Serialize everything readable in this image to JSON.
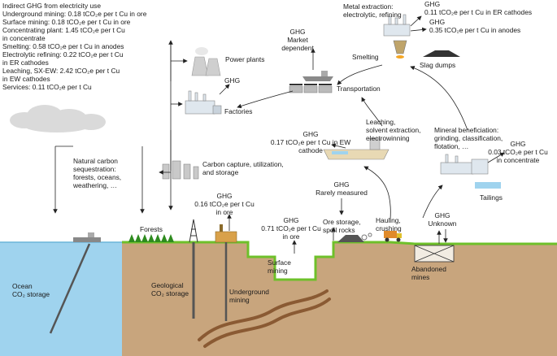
{
  "indirect_ghg": {
    "title": "Indirect GHG from electricity use",
    "items": [
      "Underground mining: 0.18 tCO₂e per t Cu in ore",
      "Surface mining: 0.18 tCO₂e per t Cu in ore",
      "Concentrating plant: 1.45 tCO₂e per t Cu",
      "in concentrate",
      "Smelting: 0.58 tCO₂e per t Cu in anodes",
      "Electrolytic refining: 0.22 tCO₂e per t Cu",
      "in ER cathodes",
      "Leaching, SX-EW: 2.42 tCO₂e per t Cu",
      "in EW cathodes",
      "Services: 0.11 tCO₂e per t Cu"
    ]
  },
  "labels": {
    "power_plants": "Power plants",
    "factories": "Factories",
    "ghg_factories": "GHG",
    "ghg_market_1": "GHG",
    "ghg_market_2": "Market",
    "ghg_market_3": "dependent",
    "transportation": "Transportation",
    "smelting": "Smelting",
    "slag_dumps": "Slag dumps",
    "metal_extraction_1": "Metal extraction:",
    "metal_extraction_2": "electrolytic, refining",
    "ghg_er_1": "GHG",
    "ghg_er_2": "0.11 tCO₂e per t Cu in ER cathodes",
    "ghg_anode_1": "GHG",
    "ghg_anode_2": "0.35 tCO₂e per t Cu in anodes",
    "leaching_1": "Leaching,",
    "leaching_2": "solvent extraction,",
    "leaching_3": "electrowinning",
    "ghg_ew_1": "GHG",
    "ghg_ew_2": "0.17 tCO₂e per t Cu in EW",
    "ghg_ew_3": "cathode",
    "mineral_1": "Mineral beneficiation:",
    "mineral_2": "grinding, classification,",
    "mineral_3": "flotation, …",
    "ghg_conc_1": "GHG",
    "ghg_conc_2": "0.03 tCO₂e per t Cu",
    "ghg_conc_3": "in concentrate",
    "tailings": "Tailings",
    "ccus_1": "Carbon capture, utilization,",
    "ccus_2": "and storage",
    "seq_1": "Natural carbon",
    "seq_2": "sequestration:",
    "seq_3": "forests, oceans,",
    "seq_4": "weathering, …",
    "ghg_rare_1": "GHG",
    "ghg_rare_2": "Rarely measured",
    "ghg_ug_1": "GHG",
    "ghg_ug_2": "0.16 tCO₂e per t Cu",
    "ghg_ug_3": "in ore",
    "ghg_surf_1": "GHG",
    "ghg_surf_2": "0.71 tCO₂e per t Cu",
    "ghg_surf_3": "in ore",
    "forests": "Forests",
    "ore_storage_1": "Ore storage,",
    "ore_storage_2": "spoil rocks",
    "hauling_1": "Hauling,",
    "hauling_2": "crushing",
    "ghg_unknown_1": "GHG",
    "ghg_unknown_2": "Unknown",
    "surface_mining_1": "Surface",
    "surface_mining_2": "mining",
    "abandoned_1": "Abandoned",
    "abandoned_2": "mines",
    "ocean_1": "Ocean",
    "ocean_2": "CO₂ storage",
    "geo_1": "Geological",
    "geo_2": "CO₂ storage",
    "underground_1": "Underground",
    "underground_2": "mining"
  },
  "colors": {
    "ocean": "#9fd3ee",
    "ground": "#c8a57d",
    "grass": "#6ec02a",
    "tree": "#2e8b1f",
    "cloud": "#dadada",
    "ore_vein": "#8a5a33"
  }
}
